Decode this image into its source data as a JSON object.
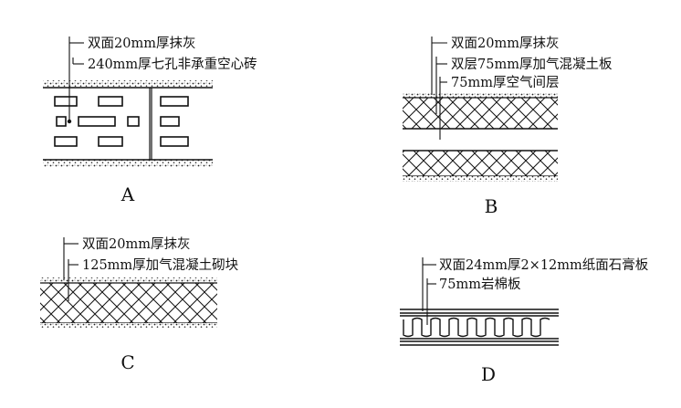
{
  "panels": [
    {
      "id": "A",
      "caption": "A",
      "lines": [
        "双面20mm厚抹灰",
        "240mm厚七孔非承重空心砖"
      ]
    },
    {
      "id": "B",
      "caption": "B",
      "lines": [
        "双面20mm厚抹灰",
        "双层75mm厚加气混凝土板",
        "75mm厚空气间层"
      ]
    },
    {
      "id": "C",
      "caption": "C",
      "lines": [
        "双面20mm厚抹灰",
        "125mm厚加气混凝土砌块"
      ]
    },
    {
      "id": "D",
      "caption": "D",
      "lines": [
        "双面24mm厚2×12mm纸面石膏板",
        "75mm岩棉板"
      ]
    }
  ]
}
